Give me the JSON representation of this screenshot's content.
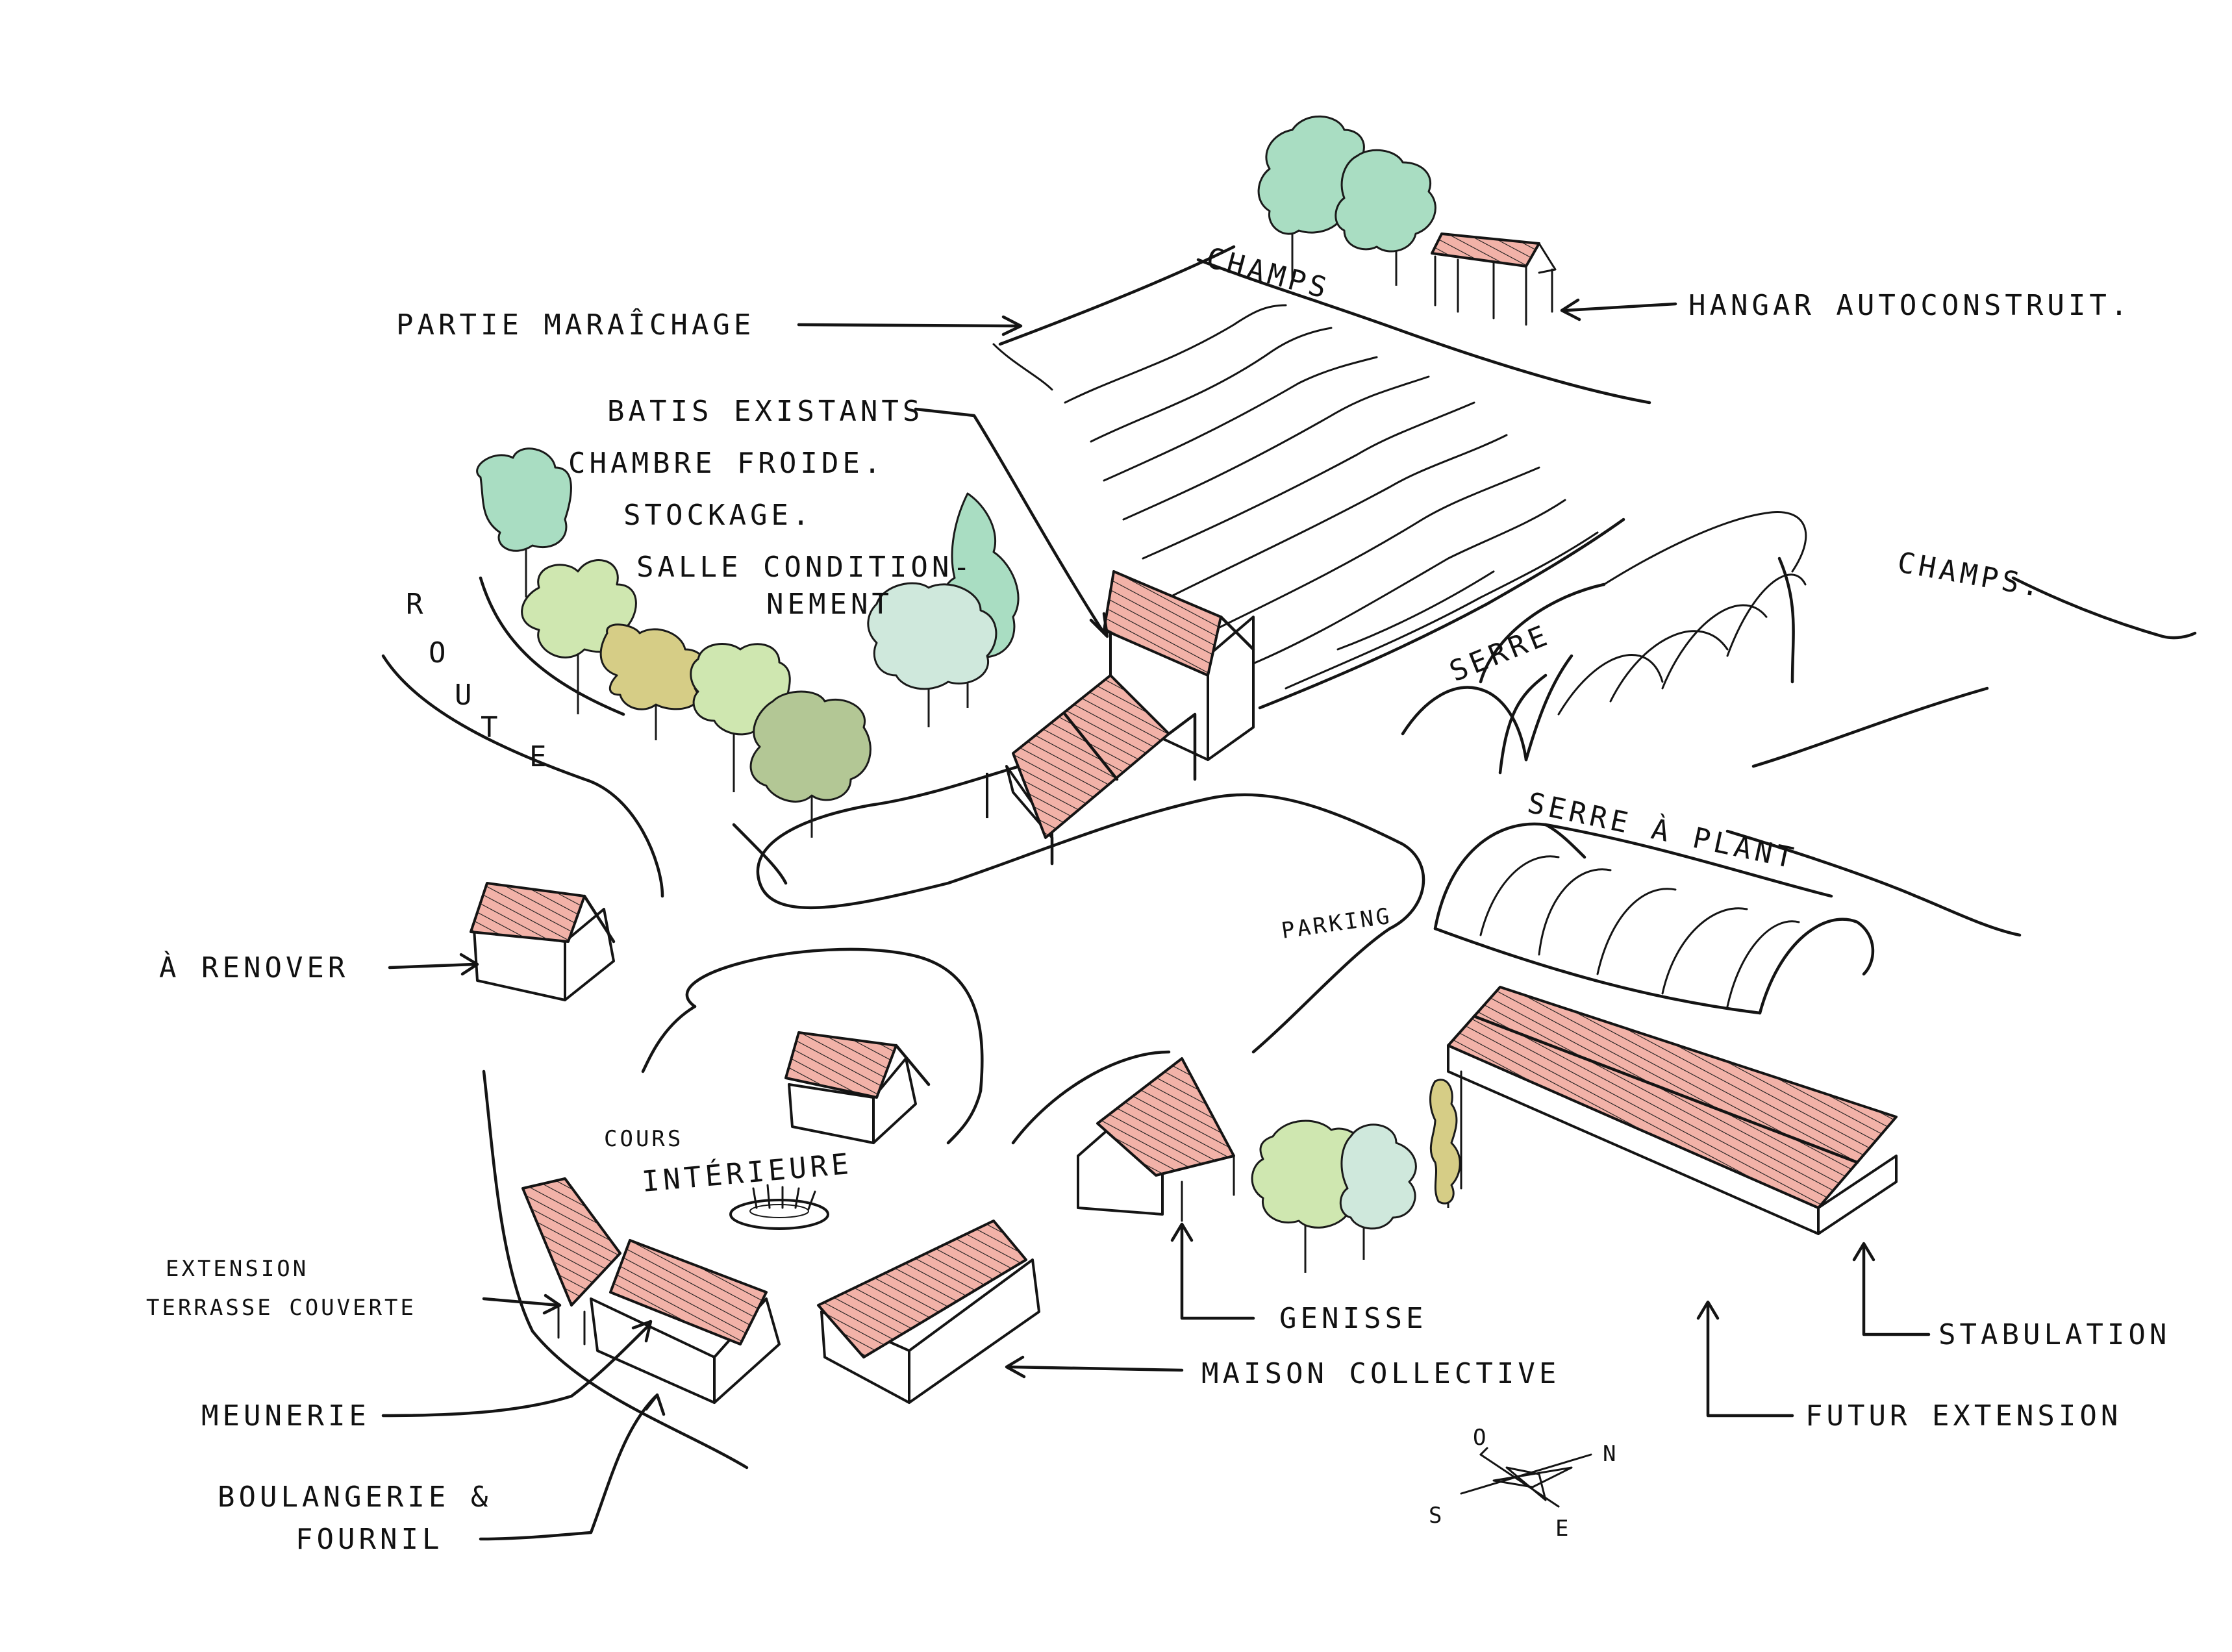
{
  "colors": {
    "roof": "#f2b2a8",
    "tree_light": "#cfe7b0",
    "tree_mint": "#a9ddc2",
    "tree_pale": "#cfe8dc",
    "tree_green": "#9fd49c",
    "tree_olive": "#d6cd86",
    "tree_sage": "#b3c795",
    "ink": "#141414"
  },
  "labels": {
    "partie_maraichage": "PARTIE MARAÎCHAGE",
    "champs_top": "CHAMPS",
    "hangar": "HANGAR AUTOCONSTRUIT.",
    "batis_existants": "BATIS EXISTANTS",
    "chambre_froide": "CHAMBRE FROIDE.",
    "stockage": "STOCKAGE.",
    "salle_conditionnement_1": "SALLE CONDITION-",
    "salle_conditionnement_2": "NEMENT",
    "route_r": "R",
    "route_o": "O",
    "route_u": "U",
    "route_t": "T",
    "route_e": "E",
    "champs_right": "CHAMPS.",
    "serre": "SERRE",
    "serre_a_plant": "SERRE À PLANT",
    "parking": "PARKING",
    "a_renover": "À RENOVER",
    "cours_interieure_1": "COURS",
    "cours_interieure_2": "INTÉRIEURE",
    "extension_1": "EXTENSION",
    "extension_2": "TERRASSE COUVERTE",
    "meunerie": "MEUNERIE",
    "boulangerie_1": "BOULANGERIE &",
    "boulangerie_2": "FOURNIL",
    "maison_collective": "MAISON COLLECTIVE",
    "genisse": "GENISSE",
    "stabulation": "STABULATION",
    "futur_extension": "FUTUR EXTENSION",
    "compass_n": "N",
    "compass_s": "S",
    "compass_e": "E",
    "compass_o": "O"
  }
}
